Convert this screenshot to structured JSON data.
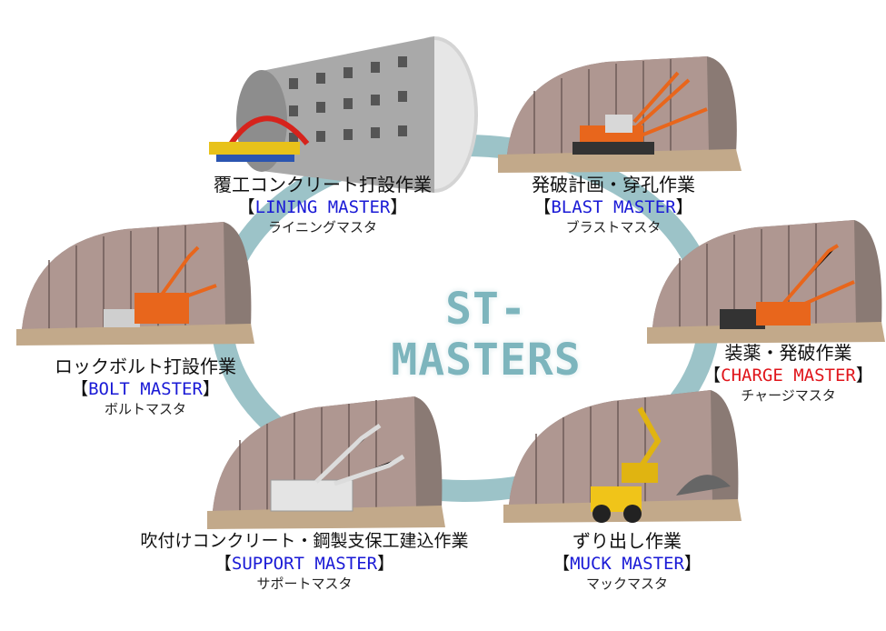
{
  "center_title": "ST-MASTERS",
  "colors": {
    "ring": "#9cc3c8",
    "title": "#7db5bd",
    "master_blue": "#1a1ad6",
    "master_red": "#e0151b",
    "machine_orange": "#e8661c"
  },
  "steps": [
    {
      "task": "覆工コンクリート打設作業",
      "open": "【",
      "master": "LINING MASTER",
      "close": "】",
      "kana": "ライニングマスタ"
    },
    {
      "task": "発破計画・穿孔作業",
      "open": "【",
      "master": "BLAST MASTER",
      "close": "】",
      "kana": "ブラストマスタ"
    },
    {
      "task": "装薬・発破作業",
      "open": "【",
      "master": "CHARGE MASTER",
      "close": "】",
      "kana": "チャージマスタ"
    },
    {
      "task": "ずり出し作業",
      "open": "【",
      "master": "MUCK MASTER",
      "close": "】",
      "kana": "マックマスタ"
    },
    {
      "task": "吹付けコンクリート・鋼製支保工建込作業",
      "open": "【",
      "master": "SUPPORT MASTER",
      "close": "】",
      "kana": "サポートマスタ"
    },
    {
      "task": "ロックボルト打設作業",
      "open": "【",
      "master": "BOLT MASTER",
      "close": "】",
      "kana": "ボルトマスタ"
    }
  ]
}
